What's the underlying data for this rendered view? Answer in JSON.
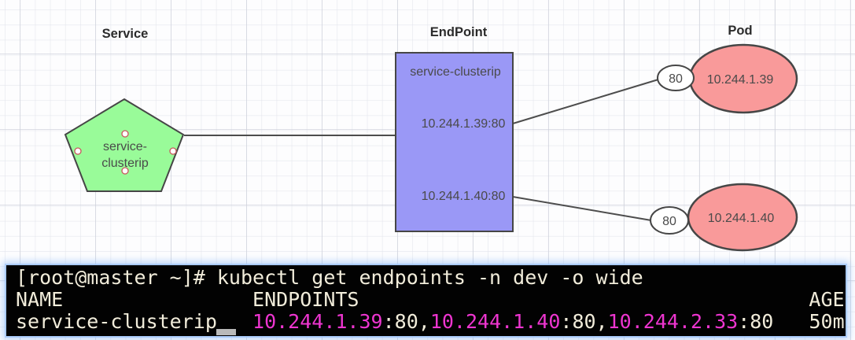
{
  "diagram": {
    "labels": {
      "service": "Service",
      "endpoint": "EndPoint",
      "pod": "Pod"
    },
    "service_node": {
      "label_line1": "service-",
      "label_line2": "clusterip"
    },
    "endpoint_node": {
      "title": "service-clusterip",
      "row1": "10.244.1.39:80",
      "row2": "10.244.1.40:80"
    },
    "pods": [
      {
        "port": "80",
        "ip": "10.244.1.39"
      },
      {
        "port": "80",
        "ip": "10.244.1.40"
      }
    ],
    "colors": {
      "service_fill": "#99fb99",
      "endpoint_fill": "#9a98f6",
      "pod_fill": "#f99a9a",
      "port_fill": "#ffffff",
      "edge": "#4d4d4d"
    }
  },
  "terminal": {
    "prompt_line": "[root@master ~]# kubectl get endpoints -n dev -o wide",
    "header": {
      "name": "NAME",
      "endpoints": "ENDPOINTS",
      "age": "AGE"
    },
    "row": {
      "name": "service-clusterip",
      "ip1": "10.244.1.39",
      "sep1": ":80,",
      "ip2": "10.244.1.40",
      "sep2": ":80,",
      "ip3": "10.244.2.33",
      "sep3": ":80",
      "age": "50m"
    },
    "colors": {
      "background": "#020202",
      "text": "#f1ecda",
      "ip": "#ee35d0"
    }
  }
}
